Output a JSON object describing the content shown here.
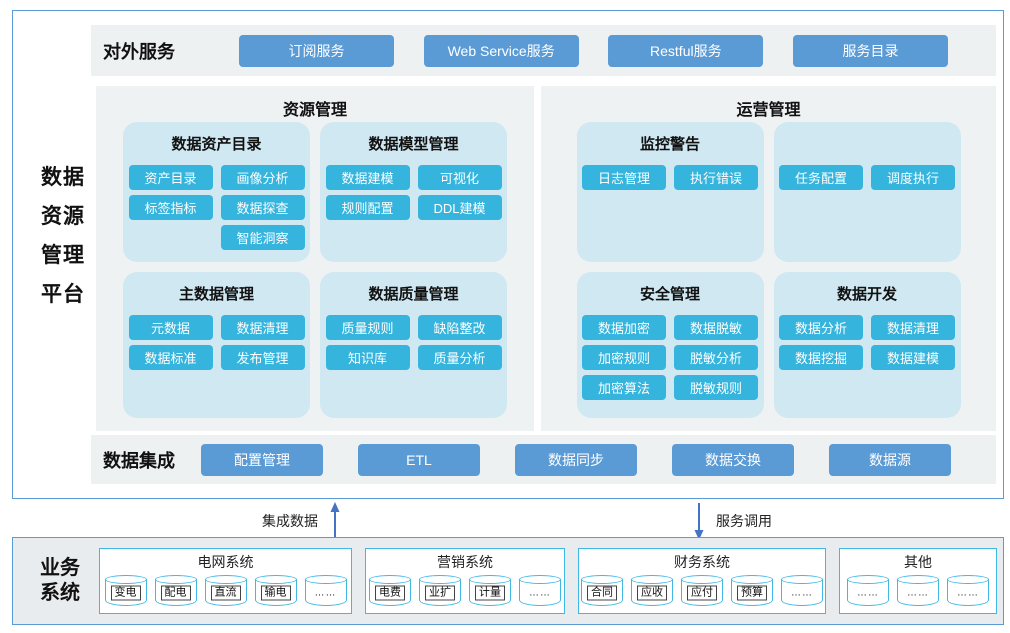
{
  "platform": {
    "side_label": [
      "数据",
      "资源",
      "管理",
      "平台"
    ],
    "external_services": {
      "label": "对外服务",
      "buttons": [
        "订阅服务",
        "Web Service服务",
        "Restful服务",
        "服务目录"
      ]
    },
    "resource_mgmt": {
      "title": "资源管理",
      "boxes": [
        {
          "title": "数据资产目录",
          "rows": [
            [
              "资产目录",
              "画像分析"
            ],
            [
              "标签指标",
              "数据探查"
            ],
            [
              "",
              "智能洞察"
            ]
          ]
        },
        {
          "title": "数据模型管理",
          "rows": [
            [
              "数据建模",
              "可视化"
            ],
            [
              "规则配置",
              "DDL建模"
            ]
          ]
        },
        {
          "title": "主数据管理",
          "rows": [
            [
              "元数据",
              "数据清理"
            ],
            [
              "数据标准",
              "发布管理"
            ]
          ]
        },
        {
          "title": "数据质量管理",
          "rows": [
            [
              "质量规则",
              "缺陷整改"
            ],
            [
              "知识库",
              "质量分析"
            ]
          ]
        }
      ]
    },
    "operation_mgmt": {
      "title": "运营管理",
      "boxes": [
        {
          "title": "监控警告",
          "rows": [
            [
              "日志管理",
              "执行错误"
            ]
          ]
        },
        {
          "title": "",
          "rows": [
            [
              "任务配置",
              "调度执行"
            ]
          ]
        },
        {
          "title": "安全管理",
          "rows": [
            [
              "数据加密",
              "数据脱敏"
            ],
            [
              "加密规则",
              "脱敏分析"
            ],
            [
              "加密算法",
              "脱敏规则"
            ]
          ]
        },
        {
          "title": "数据开发",
          "rows": [
            [
              "数据分析",
              "数据清理"
            ],
            [
              "数据挖掘",
              "数据建模"
            ]
          ]
        }
      ]
    },
    "data_integration": {
      "label": "数据集成",
      "buttons": [
        "配置管理",
        "ETL",
        "数据同步",
        "数据交换",
        "数据源"
      ]
    }
  },
  "flows": {
    "up_label": "集成数据",
    "down_label": "服务调用"
  },
  "business": {
    "label": [
      "业务",
      "系统"
    ],
    "groups": [
      {
        "title": "电网系统",
        "items": [
          {
            "label": "变电",
            "boxed": true
          },
          {
            "label": "配电",
            "boxed": true
          },
          {
            "label": "直流",
            "boxed": true
          },
          {
            "label": "输电",
            "boxed": true
          },
          {
            "label": "……",
            "boxed": false
          }
        ]
      },
      {
        "title": "营销系统",
        "items": [
          {
            "label": "电费",
            "boxed": true
          },
          {
            "label": "业扩",
            "boxed": true
          },
          {
            "label": "计量",
            "boxed": true
          },
          {
            "label": "……",
            "boxed": false
          }
        ]
      },
      {
        "title": "财务系统",
        "items": [
          {
            "label": "合同",
            "boxed": true
          },
          {
            "label": "应收",
            "boxed": true
          },
          {
            "label": "应付",
            "boxed": true
          },
          {
            "label": "预算",
            "boxed": true
          },
          {
            "label": "……",
            "boxed": false
          }
        ]
      },
      {
        "title": "其他",
        "items": [
          {
            "label": "……",
            "boxed": false
          },
          {
            "label": "……",
            "boxed": false
          },
          {
            "label": "……",
            "boxed": false
          }
        ]
      }
    ]
  },
  "colors": {
    "border_blue": "#5b9bd5",
    "band_bg": "#eef1f2",
    "panel_bg": "#eff2f3",
    "subbox_bg": "#d0e8f2",
    "cyan_button": "#35b4dd",
    "blue_button": "#5b9bd5",
    "arrow": "#4472c4",
    "business_bg": "#e9ecee",
    "group_border": "#41b8e4"
  }
}
